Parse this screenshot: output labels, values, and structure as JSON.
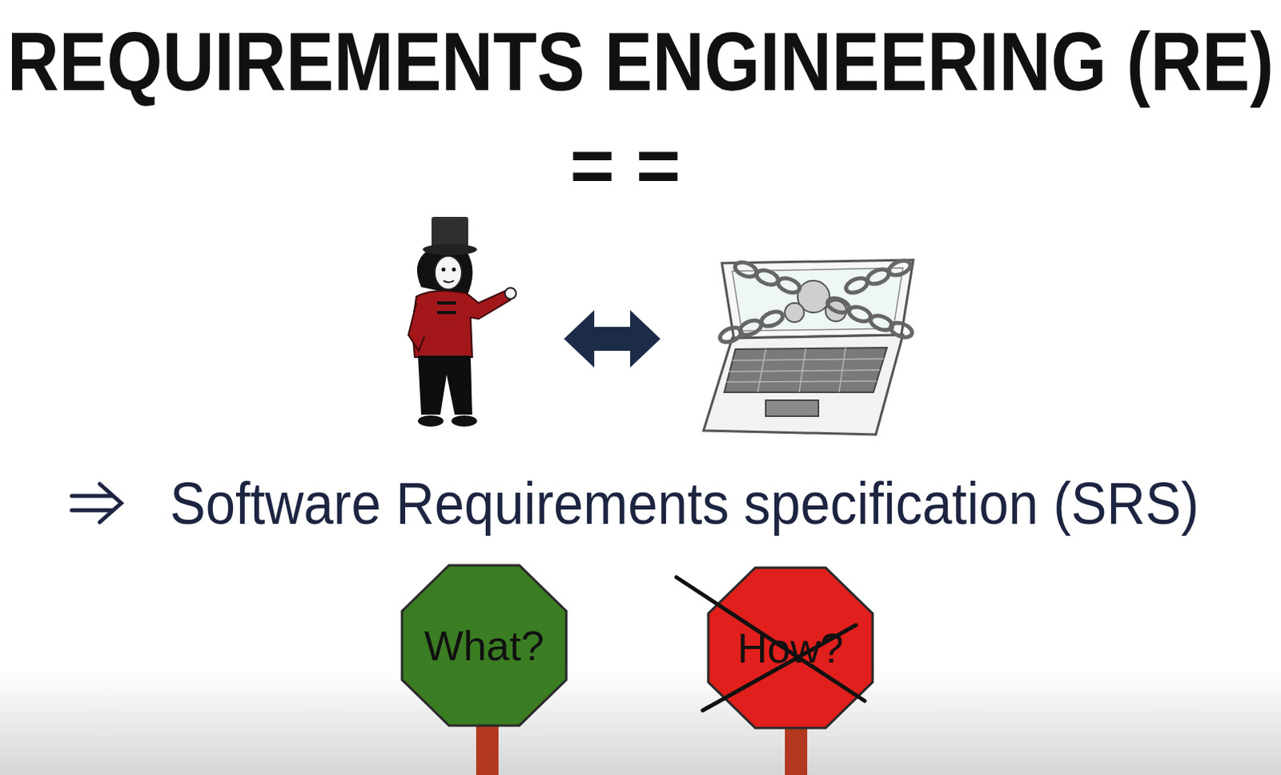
{
  "diagram": {
    "title": "REQUIREMENTS ENGINEERING (RE)",
    "nodes": [
      {
        "text": [
          "What?"
        ]
      },
      {
        "text": [
          "How?"
        ]
      }
    ],
    "labels": [
      "= =",
      "Software Requirements specification (SRS)"
    ]
  }
}
